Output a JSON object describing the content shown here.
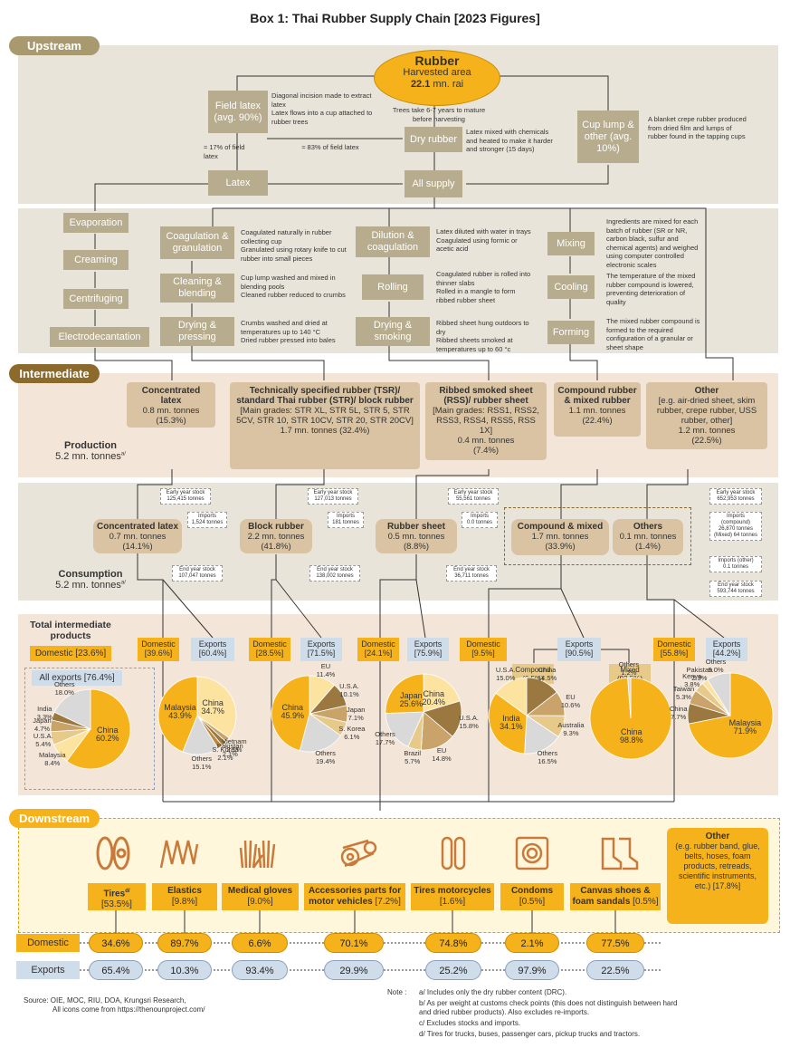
{
  "title": "Box 1: Thai Rubber Supply Chain [2023 Figures]",
  "sections": {
    "upstream": "Upstream",
    "intermediate": "Intermediate",
    "downstream": "Downstream"
  },
  "rubber": {
    "name": "Rubber",
    "sub": "Harvested area",
    "value": "22.1",
    "unit": "mn. rai"
  },
  "field_latex": {
    "label": "Field latex (avg. 90%)",
    "notes": [
      "Diagonal incision made to extract latex",
      "Latex flows into a cup attached to rubber trees"
    ]
  },
  "trees_note": "Trees take 6-7 years to mature before harvesting",
  "dry_rubber": {
    "label": "Dry rubber",
    "note": "Latex mixed with chemicals and heated to make it harder and stronger (15 days)"
  },
  "cup_lump": {
    "label": "Cup lump & other (avg. 10%)",
    "note": "A blanket crepe rubber produced from dried film and lumps of rubber found in the tapping cups"
  },
  "split_17": "≈ 17% of field latex",
  "split_83": "≈ 83% of field latex",
  "latex": "Latex",
  "all_supply": "All supply",
  "latex_steps": [
    "Evaporation",
    "Creaming",
    "Centrifuging",
    "Electrodecantation"
  ],
  "tsr_steps": [
    {
      "label": "Coagulation & granulation",
      "notes": [
        "Coagulated naturally in rubber collecting cup",
        "Granulated using rotary knife to cut rubber into small pieces"
      ]
    },
    {
      "label": "Cleaning & blending",
      "notes": [
        "Cup lump washed and mixed in blending pools",
        "Cleaned rubber reduced to crumbs"
      ]
    },
    {
      "label": "Drying & pressing",
      "notes": [
        "Crumbs washed and dried at temperatures up to 140 °C",
        "Dried rubber pressed into bales"
      ]
    }
  ],
  "rss_steps": [
    {
      "label": "Dilution & coagulation",
      "notes": [
        "Latex diluted with water in trays",
        "Coagulated using formic or acetic acid"
      ]
    },
    {
      "label": "Rolling",
      "notes": [
        "Coagulated rubber is rolled into thinner slabs",
        "Rolled in a mangle to form ribbed rubber sheet"
      ]
    },
    {
      "label": "Drying & smoking",
      "notes": [
        "Ribbed sheet hung outdoors to dry",
        "Ribbed sheets smoked at temperatures up to 60 °c"
      ]
    }
  ],
  "comp_steps": [
    {
      "label": "Mixing",
      "note": "Ingredients are mixed for each batch of rubber (SR or NR, carbon black, sulfur and chemical agents) and weighed using computer controlled electronic scales"
    },
    {
      "label": "Cooling",
      "note": "The temperature of the mixed rubber compound is lowered, preventing deterioration of quality"
    },
    {
      "label": "Forming",
      "note": "The mixed rubber compound is formed to the required configuration of a granular or sheet shape"
    }
  ],
  "production": {
    "label": "Production",
    "total": "5.2 mn. tonnes",
    "items": [
      {
        "name": "Concentrated latex",
        "detail": "",
        "value": "0.8 mn. tonnes",
        "share": "(15.3%)"
      },
      {
        "name": "Technically specified rubber (TSR)/ standard Thai rubber (STR)/ block rubber",
        "detail": "[Main grades: STR XL, STR 5L, STR 5, STR 5CV, STR 10, STR 10CV, STR 20, STR 20CV]",
        "value": "1.7 mn. tonnes (32.4%)",
        "share": ""
      },
      {
        "name": "Ribbed smoked sheet (RSS)/ rubber sheet",
        "detail": "[Main grades: RSS1, RSS2, RSS3, RSS4, RSS5, RSS 1X]",
        "value": "0.4 mn. tonnes",
        "share": "(7.4%)"
      },
      {
        "name": "Compound rubber & mixed rubber",
        "detail": "",
        "value": "1.1 mn. tonnes",
        "share": "(22.4%)"
      },
      {
        "name": "Other",
        "detail": "[e.g. air-dried sheet, skim rubber, crepe rubber, USS rubber, other]",
        "value": "1.2 mn. tonnes",
        "share": "(22.5%)"
      }
    ]
  },
  "consumption": {
    "label": "Consumption",
    "total": "5.2 mn. tonnes",
    "items": [
      {
        "name": "Concentrated latex",
        "value": "0.7 mn. tonnes",
        "share": "(14.1%)"
      },
      {
        "name": "Block rubber",
        "value": "2.2 mn. tonnes",
        "share": "(41.8%)"
      },
      {
        "name": "Rubber sheet",
        "value": "0.5 mn. tonnes",
        "share": "(8.8%)"
      },
      {
        "name": "Compound & mixed",
        "value": "1.7 mn. tonnes",
        "share": "(33.9%)"
      },
      {
        "name": "Others",
        "value": "0.1 mn. tonnes",
        "share": "(1.4%)"
      }
    ],
    "stocks": {
      "early": [
        "125,415 tonnes",
        "127,013 tonnes",
        "55,561 tonnes",
        "652,953 tonnes"
      ],
      "end": [
        "107,047 tonnes",
        "138,002 tonnes",
        "36,711 tonnes",
        "593,744 tonnes"
      ],
      "imports": [
        "1,524 tonnes",
        "181 tonnes",
        "0.0 tonnes"
      ],
      "imports_compound": "(compound) 26,870 tonnes (Mixed) 64 tonnes",
      "imports_other": "0.1 tonnes"
    },
    "early_label": "Early year stock",
    "end_label": "End year stock",
    "imports_label": "Imports",
    "imports_other_label": "Imports (other)"
  },
  "intermediate": {
    "label": "Total intermediate products",
    "domestic": "Domestic [23.6%]",
    "exports": "All exports [76.4%]",
    "splits": [
      {
        "dom": "Domestic [39.6%]",
        "exp": "Exports [60.4%]"
      },
      {
        "dom": "Domestic [28.5%]",
        "exp": "Exports [71.5%]"
      },
      {
        "dom": "Domestic [24.1%]",
        "exp": "Exports [75.9%]"
      },
      {
        "dom": "Domestic [9.5%]",
        "exp": "Exports [90.5%]"
      },
      {
        "dom": "Domestic [55.8%]",
        "exp": "Exports [44.2%]"
      }
    ],
    "compound_sub": "Compound (6.5%)",
    "mixed_sub": "Mixed (93.5%)"
  },
  "pies": [
    {
      "slices": [
        [
          "China",
          60.2,
          "#f6b21b"
        ],
        [
          "Malaysia",
          8.4,
          "#fde3a0"
        ],
        [
          "U.S.A.",
          5.4,
          "#e7c98a"
        ],
        [
          "Japan",
          4.7,
          "#c9a36a"
        ],
        [
          "India",
          3.3,
          "#9a7840"
        ],
        [
          "Others",
          18.0,
          "#d9d9d9"
        ]
      ]
    },
    {
      "slices": [
        [
          "China",
          34.7,
          "#fde3a0"
        ],
        [
          "Vietnam",
          2.1,
          "#c9a36a"
        ],
        [
          "Pakistan",
          2.1,
          "#9a7840"
        ],
        [
          "S. Korea",
          2.1,
          "#b88a3a"
        ],
        [
          "Others",
          15.1,
          "#d9d9d9"
        ],
        [
          "Malaysia",
          43.9,
          "#f6b21b"
        ]
      ]
    },
    {
      "slices": [
        [
          "EU",
          11.4,
          "#fde3a0"
        ],
        [
          "U.S.A.",
          10.1,
          "#9a7840"
        ],
        [
          "Japan",
          7.1,
          "#c9a36a"
        ],
        [
          "S. Korea",
          6.1,
          "#e7c98a"
        ],
        [
          "Others",
          19.4,
          "#d9d9d9"
        ],
        [
          "China",
          45.9,
          "#f6b21b"
        ]
      ]
    },
    {
      "slices": [
        [
          "China",
          20.4,
          "#fde3a0"
        ],
        [
          "U.S.A.",
          15.8,
          "#9a7840"
        ],
        [
          "EU",
          14.8,
          "#c9a36a"
        ],
        [
          "Brazil",
          5.7,
          "#e7c98a"
        ],
        [
          "Others",
          17.7,
          "#d9d9d9"
        ],
        [
          "Japan",
          25.6,
          "#f6b21b"
        ]
      ]
    },
    {
      "slices": [
        [
          "China",
          14.5,
          "#9a7840"
        ],
        [
          "EU",
          10.6,
          "#c9a36a"
        ],
        [
          "Australia",
          9.3,
          "#e7c98a"
        ],
        [
          "Others",
          16.5,
          "#d9d9d9"
        ],
        [
          "India",
          34.1,
          "#f6b21b"
        ],
        [
          "U.S.A.",
          15.0,
          "#fde3a0"
        ]
      ]
    },
    {
      "slices": [
        [
          "China",
          98.8,
          "#f6b21b"
        ],
        [
          "Others",
          1.2,
          "#d9d9d9"
        ]
      ]
    },
    {
      "slices": [
        [
          "Malaysia",
          71.9,
          "#f6b21b"
        ],
        [
          "China",
          7.7,
          "#9a7840"
        ],
        [
          "Taiwan",
          5.3,
          "#c9a36a"
        ],
        [
          "Kenya",
          3.8,
          "#e7c98a"
        ],
        [
          "Pakistan",
          2.3,
          "#fde3a0"
        ],
        [
          "Others",
          9.0,
          "#d9d9d9"
        ]
      ]
    }
  ],
  "products": [
    {
      "name": "Tires",
      "share": "[53.5%]",
      "dom": "34.6%",
      "exp": "65.4%"
    },
    {
      "name": "Elastics",
      "share": "[9.8%]",
      "dom": "89.7%",
      "exp": "10.3%"
    },
    {
      "name": "Medical gloves",
      "share": "[9.0%]",
      "dom": "6.6%",
      "exp": "93.4%"
    },
    {
      "name": "Accessories parts for motor vehicles",
      "share": "[7.2%]",
      "dom": "70.1%",
      "exp": "29.9%"
    },
    {
      "name": "Tires motorcycles",
      "share": "[1.6%]",
      "dom": "74.8%",
      "exp": "25.2%"
    },
    {
      "name": "Condoms",
      "share": "[0.5%]",
      "dom": "2.1%",
      "exp": "97.9%"
    },
    {
      "name": "Canvas shoes & foam sandals",
      "share": "[0.5%]",
      "dom": "77.5%",
      "exp": "22.5%"
    }
  ],
  "other_products": {
    "title": "Other",
    "text": "(e.g. rubber band, glue, belts, hoses, foam products, retreads, scientific instruments, etc.) [17.8%]"
  },
  "row_labels": {
    "domestic": "Domestic",
    "exports": "Exports"
  },
  "source": "Source: OIE, MOC, RIU, DOA, Krungsri Research,",
  "icons_note": "All icons come from https://thenounproject.com/",
  "notes_label": "Note :",
  "notes": [
    "a/ Includes only the dry rubber content (DRC).",
    "b/ As per weight at customs check points (this does not distinguish between hard and dried rubber products). Also excludes re-imports.",
    "c/ Excludes stocks and imports.",
    "d/ Tires for trucks, buses, passenger cars, pickup trucks and tractors."
  ]
}
